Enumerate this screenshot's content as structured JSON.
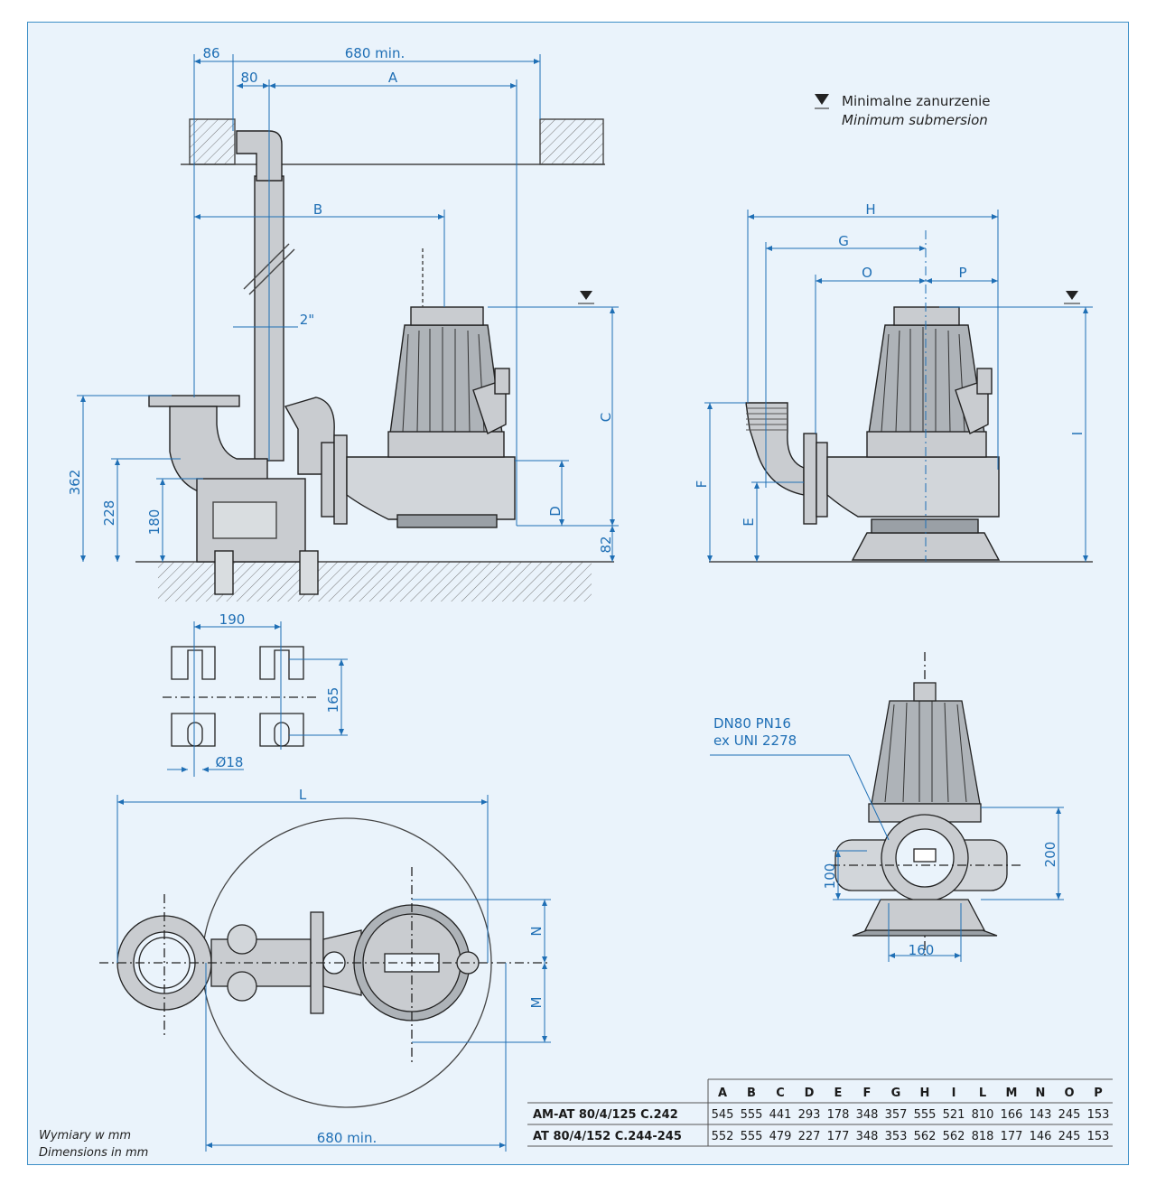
{
  "legend": {
    "line1": "Minimalne zanurzenie",
    "line2": "Minimum submersion"
  },
  "side_view": {
    "dim_86": "86",
    "dim_680": "680 min.",
    "dim_80": "80",
    "dim_A": "A",
    "dim_B": "B",
    "dim_2in": "2\"",
    "dim_C": "C",
    "dim_D": "D",
    "dim_362": "362",
    "dim_228": "228",
    "dim_180": "180",
    "dim_82": "82"
  },
  "front_view": {
    "dim_H": "H",
    "dim_G": "G",
    "dim_O": "O",
    "dim_P": "P",
    "dim_F": "F",
    "dim_E": "E",
    "dim_I": "I"
  },
  "foot_detail": {
    "dim_190": "190",
    "dim_165": "165",
    "dim_18": "Ø18"
  },
  "top_view": {
    "dim_L": "L",
    "dim_N": "N",
    "dim_M": "M",
    "dim_680": "680 min."
  },
  "rear_view": {
    "flange_line1": "DN80 PN16",
    "flange_line2": "ex UNI 2278",
    "dim_200": "200",
    "dim_100": "100",
    "dim_160": "160"
  },
  "footnote": {
    "line1": "Wymiary w mm",
    "line2": "Dimensions in mm"
  },
  "table": {
    "columns": [
      "A",
      "B",
      "C",
      "D",
      "E",
      "F",
      "G",
      "H",
      "I",
      "L",
      "M",
      "N",
      "O",
      "P"
    ],
    "rows": [
      {
        "model": "AM-AT 80/4/125 C.242",
        "values": [
          "545",
          "555",
          "441",
          "293",
          "178",
          "348",
          "357",
          "555",
          "521",
          "810",
          "166",
          "143",
          "245",
          "153"
        ]
      },
      {
        "model": "AT 80/4/152 C.244-245",
        "values": [
          "552",
          "555",
          "479",
          "227",
          "177",
          "348",
          "353",
          "562",
          "562",
          "818",
          "177",
          "146",
          "245",
          "153"
        ]
      }
    ]
  },
  "colors": {
    "background": "#eaf3fb",
    "dimension": "#1f6fb5",
    "drawing": "#222222",
    "frame": "#3d8fc7"
  }
}
